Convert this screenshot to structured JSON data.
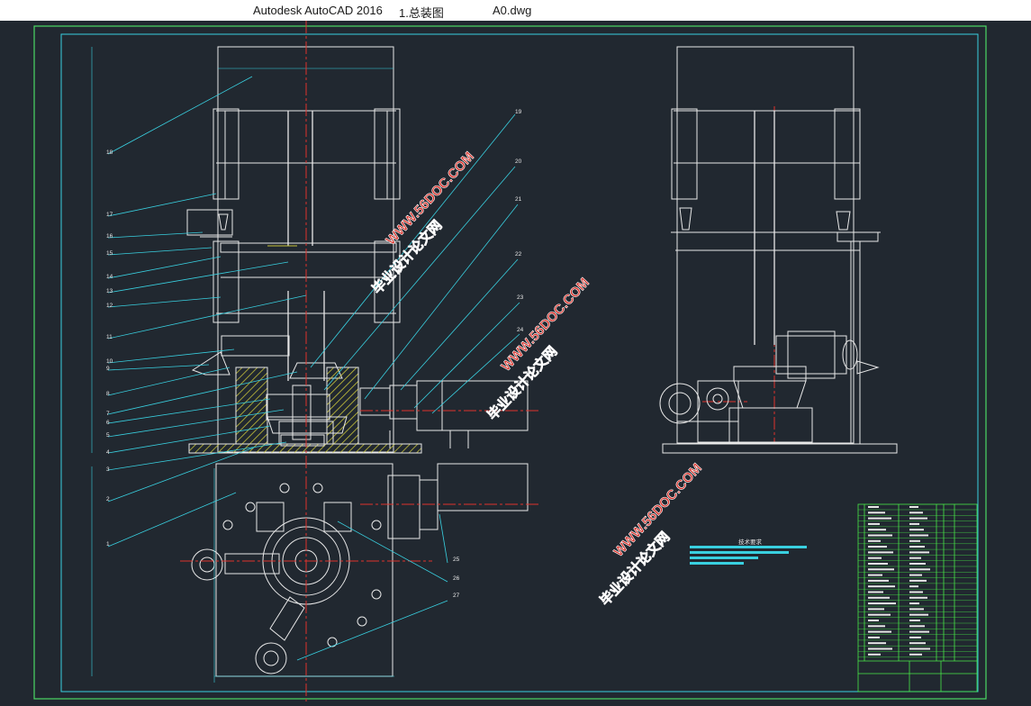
{
  "window": {
    "app_title": "Autodesk AutoCAD 2016",
    "doc_name": "1.总装图",
    "file_name": "A0.dwg"
  },
  "drawing": {
    "part_labels": [
      "1",
      "2",
      "3",
      "4",
      "5",
      "6",
      "7",
      "8",
      "9",
      "10",
      "11",
      "12",
      "13",
      "14",
      "15",
      "16",
      "17",
      "18",
      "19",
      "20",
      "21",
      "22",
      "23",
      "24",
      "25",
      "26",
      "27"
    ],
    "notes_heading": "技术要求",
    "watermark_url": "WWW.56DOC.COM",
    "watermark_cn": "毕业设计论文网"
  },
  "colors": {
    "background": "#212830",
    "line": "#e8e8e8",
    "frame": "#4cd964",
    "center_line": "#e0322c",
    "leader": "#39d0e0",
    "hatch": "#c7c23a",
    "table": "#48e848",
    "watermark": "#d8312a"
  }
}
